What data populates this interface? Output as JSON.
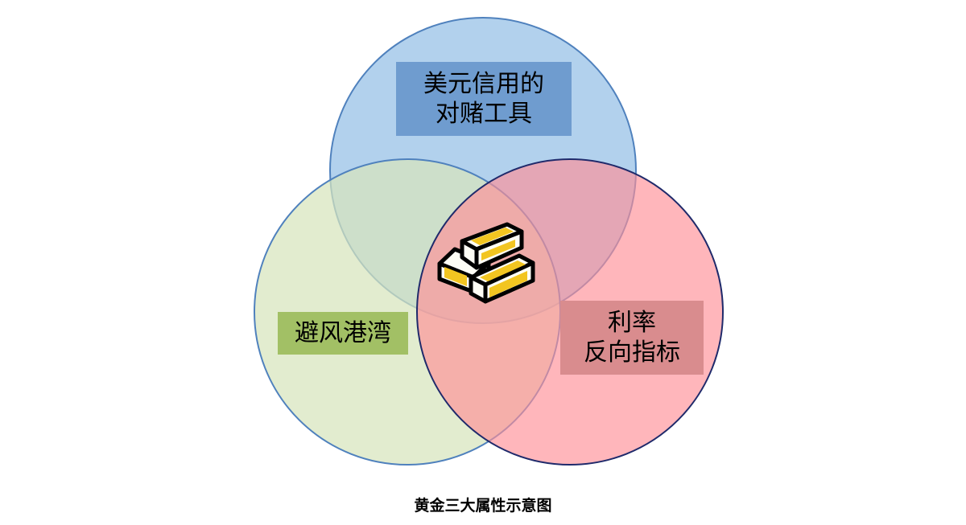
{
  "diagram": {
    "type": "venn-3",
    "center_icon": "gold-bars-icon",
    "sets": [
      {
        "id": "usd",
        "lines": [
          "美元信用的",
          "对赌工具"
        ],
        "fill_color": "#9fc5e8",
        "border_color": "#4f81bd",
        "label_bg": "#6f9ccf"
      },
      {
        "id": "safe",
        "lines": [
          "避风港湾"
        ],
        "fill_color": "#d7e4bd",
        "border_color": "#4f81bd",
        "label_bg": "#9bbb59"
      },
      {
        "id": "rate",
        "lines": [
          "利率",
          "反向指标"
        ],
        "fill_color": "#ff8f96",
        "border_color": "#1f2a6b",
        "label_bg": "#d98c8e"
      }
    ]
  },
  "caption": "黄金三大属性示意图",
  "colors": {
    "gold": "#f2c521",
    "gold_highlight": "#fdfdf5",
    "outline": "#000000"
  }
}
